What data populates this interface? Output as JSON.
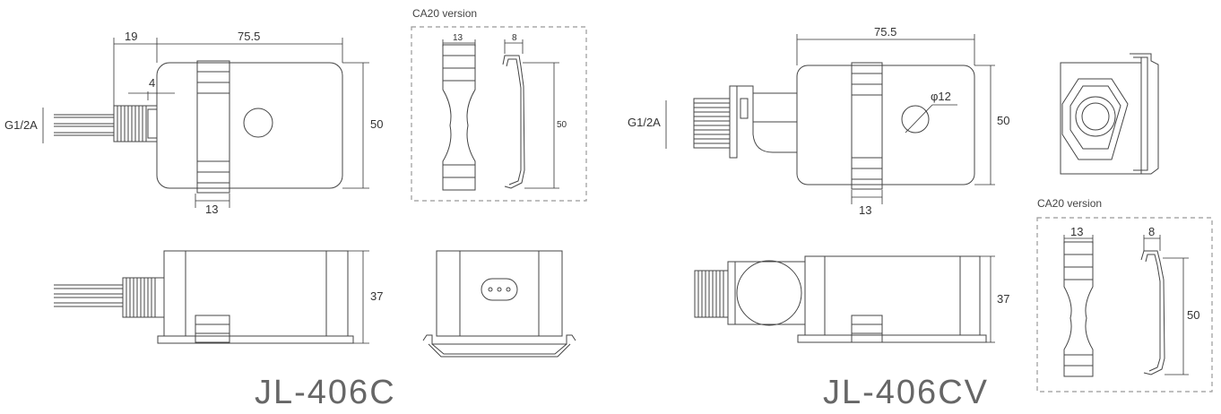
{
  "left": {
    "model": "JL-406C",
    "top_view": {
      "dim_overall": "75.5",
      "dim_thread": "19",
      "dim_step": "4",
      "dim_height": "50",
      "dim_clip": "13",
      "thread_label": "G1/2A"
    },
    "side_view": {
      "dim_height": "37"
    },
    "ca20": {
      "title": "CA20 version",
      "dim_clip": "13",
      "dim_depth": "8",
      "dim_height": "50"
    }
  },
  "right": {
    "model": "JL-406CV",
    "top_view": {
      "dim_overall": "75.5",
      "dim_hole": "φ12",
      "dim_height": "50",
      "dim_clip": "13",
      "thread_label": "G1/2A"
    },
    "side_view": {
      "dim_height": "37"
    },
    "ca20": {
      "title": "CA20 version",
      "dim_clip": "13",
      "dim_depth": "8",
      "dim_height": "50"
    }
  }
}
